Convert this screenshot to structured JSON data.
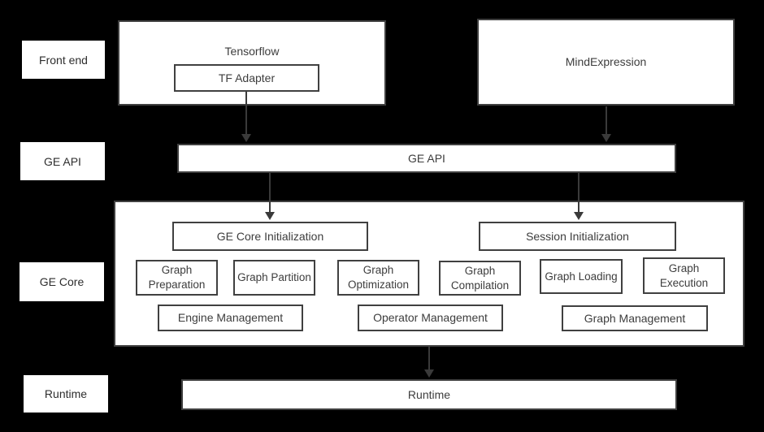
{
  "colors": {
    "background": "#000000",
    "box_fill": "#ffffff",
    "box_border": "#404040",
    "text": "#3d3d3d",
    "arrow": "#3a3a3a"
  },
  "row_labels": {
    "front_end": "Front end",
    "ge_api": "GE API",
    "ge_core": "GE Core",
    "runtime": "Runtime"
  },
  "front_end": {
    "tensorflow": "Tensorflow",
    "tf_adapter": "TF Adapter",
    "mind_expression": "MindExpression"
  },
  "api": {
    "ge_api_bar": "GE API"
  },
  "ge_core": {
    "ge_core_initialization": "GE Core Initialization",
    "session_initialization": "Session Initialization",
    "stages": [
      "Graph Preparation",
      "Graph Partition",
      "Graph Optimization",
      "Graph Compilation",
      "Graph Loading",
      "Graph Execution"
    ],
    "managers": [
      "Engine Management",
      "Operator Management",
      "Graph Management"
    ]
  },
  "runtime": {
    "runtime_bar": "Runtime"
  }
}
